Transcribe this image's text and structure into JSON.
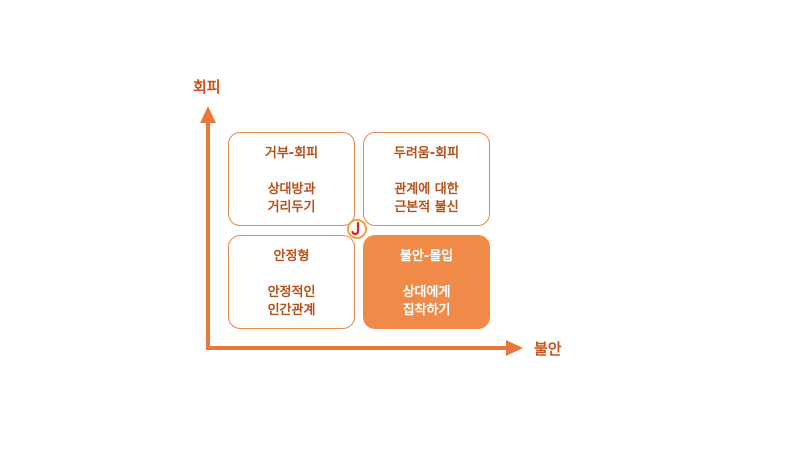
{
  "axes": {
    "y_label": "회피",
    "x_label": "불안",
    "color": "#e8793a"
  },
  "quadrants": {
    "top_left": {
      "title": "거부-회피",
      "desc_line1": "상대방과",
      "desc_line2": "거리두기"
    },
    "top_right": {
      "title": "두려움-회피",
      "desc_line1": "관계에 대한",
      "desc_line2": "근본적 불신"
    },
    "bottom_left": {
      "title": "안정형",
      "desc_line1": "안정적인",
      "desc_line2": "인간관계"
    },
    "bottom_right": {
      "title": "불안-몰입",
      "desc_line1": "상대에게",
      "desc_line2": "집착하기",
      "highlighted": true
    }
  },
  "colors": {
    "accent": "#ef8a48",
    "border": "#e8884a",
    "text": "#b4531c",
    "logo_red": "#d9252a",
    "logo_orange": "#f2a33a"
  },
  "icons": {
    "center": "brand-logo-icon",
    "y_arrow": "arrow-up-icon",
    "x_arrow": "arrow-right-icon"
  }
}
